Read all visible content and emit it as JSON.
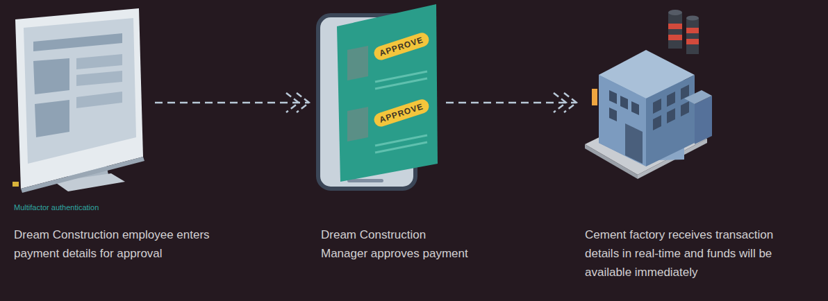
{
  "diagram": {
    "nodes": [
      {
        "text": [
          "Multifactor authentication",
          "Dream Construction employee enters payment details for approval"
        ]
      },
      {
        "text": [
          "APPROVE",
          "APPROVE",
          "Dream Construction Manager approves payment"
        ]
      },
      {
        "text": [
          "Cement factory receives transaction details in real-time and funds will be available immediately"
        ]
      }
    ],
    "edges": [
      {
        "from": 0,
        "to": 1,
        "arrow": "to"
      },
      {
        "from": 1,
        "to": 2,
        "arrow": "to"
      }
    ]
  }
}
